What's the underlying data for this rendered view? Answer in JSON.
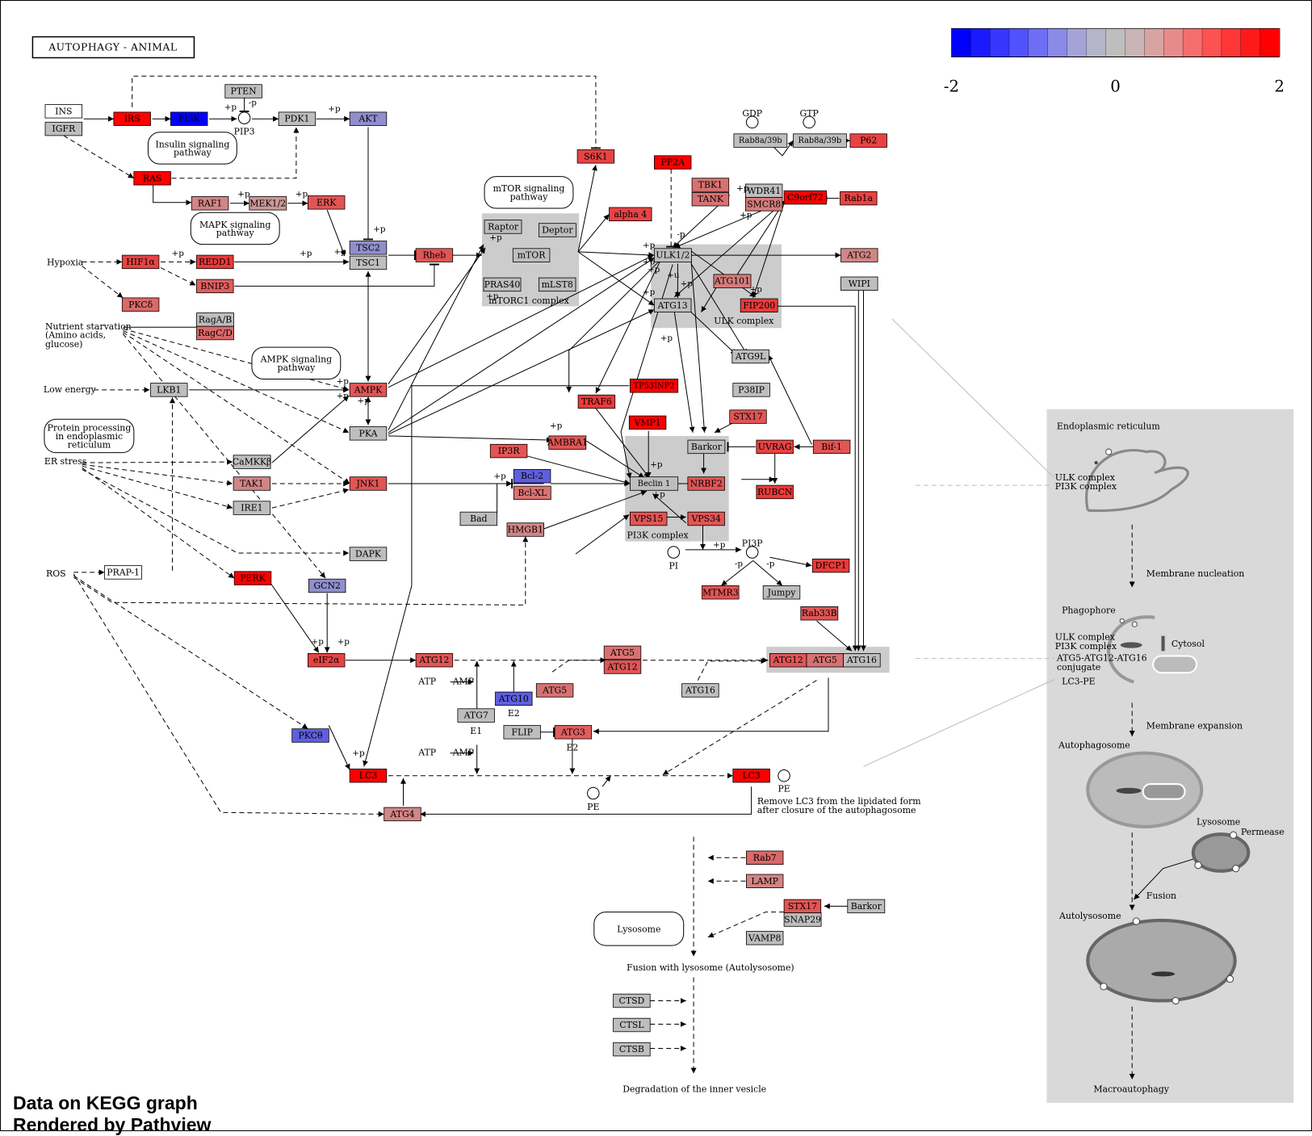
{
  "title": "AUTOPHAGY - ANIMAL",
  "footer": {
    "line1": "Data on KEGG graph",
    "line2": "Rendered by Pathview"
  },
  "colors": {
    "high": "#ff0000",
    "mid": "#bebebe",
    "low": "#0000ff",
    "panel": "#d9d9d9",
    "complex": "#cccccc"
  },
  "legend": {
    "min_label": "-2",
    "mid_label": "0",
    "max_label": "2",
    "steps": [
      "#0000ff",
      "#1a1aff",
      "#3636ff",
      "#5252fd",
      "#6e6ef4",
      "#8a8ae7",
      "#a3a3d7",
      "#b5b5c9",
      "#bebebe",
      "#c9b5b5",
      "#d7a3a3",
      "#e78a8a",
      "#f46e6e",
      "#fd5252",
      "#ff3636",
      "#ff1a1a",
      "#ff0000"
    ]
  },
  "pathways": [
    {
      "label": "Insulin signaling pathway"
    },
    {
      "label": "mTOR signaling pathway"
    },
    {
      "label": "MAPK signaling pathway"
    },
    {
      "label": "AMPK signaling pathway"
    },
    {
      "label": "Protein processing in endoplasmic reticulum"
    },
    {
      "label": "Lysosome"
    }
  ],
  "complexes": [
    {
      "label": "mTORC1 complex"
    },
    {
      "label": "ULK complex"
    },
    {
      "label": "PI3K complex"
    }
  ],
  "genes": [
    {
      "label": "INS",
      "level": "none"
    },
    {
      "label": "IGFR",
      "level": 0.0
    },
    {
      "label": "IRS",
      "level": 2.0
    },
    {
      "label": "PI3K",
      "level": -2.0
    },
    {
      "label": "PTEN",
      "level": 0.0
    },
    {
      "label": "PDK1",
      "level": 0.0
    },
    {
      "label": "AKT",
      "level": -0.5
    },
    {
      "label": "RAS",
      "level": 2.0
    },
    {
      "label": "RAF1",
      "level": 0.6
    },
    {
      "label": "MEK1/2",
      "level": 0.4
    },
    {
      "label": "ERK",
      "level": 1.1
    },
    {
      "label": "TSC2",
      "level": -0.5
    },
    {
      "label": "TSC1",
      "level": 0.0
    },
    {
      "label": "Rheb",
      "level": 1.1
    },
    {
      "label": "Raptor",
      "level": 0.0
    },
    {
      "label": "Deptor",
      "level": 0.0
    },
    {
      "label": "mTOR",
      "level": 0.0
    },
    {
      "label": "PRAS40",
      "level": 0.0
    },
    {
      "label": "mLST8",
      "level": 0.0
    },
    {
      "label": "HIF1α",
      "level": 1.3
    },
    {
      "label": "REDD1",
      "level": 1.4
    },
    {
      "label": "BNIP3",
      "level": 1.0
    },
    {
      "label": "PKCδ",
      "level": 0.9
    },
    {
      "label": "RagA/B",
      "level": 0.0
    },
    {
      "label": "RagC/D",
      "level": 0.9
    },
    {
      "label": "LKB1",
      "level": 0.0
    },
    {
      "label": "AMPK",
      "level": 1.1
    },
    {
      "label": "PKA",
      "level": 0.0
    },
    {
      "label": "CaMKKβ",
      "level": 0.0
    },
    {
      "label": "TAK1",
      "level": 0.6
    },
    {
      "label": "IRE1",
      "level": 0.0
    },
    {
      "label": "JNK1",
      "level": 1.1
    },
    {
      "label": "DAPK",
      "level": 0.0
    },
    {
      "label": "PRAP-1",
      "level": "none"
    },
    {
      "label": "PERK",
      "level": 2.0
    },
    {
      "label": "GCN2",
      "level": -0.5
    },
    {
      "label": "eIF2α",
      "level": 1.3
    },
    {
      "label": "PKCθ",
      "level": -1.0
    },
    {
      "label": "LC3",
      "level": 2.0
    },
    {
      "label": "ATG4",
      "level": 0.6
    },
    {
      "label": "S6K1",
      "level": 1.3
    },
    {
      "label": "alpha 4",
      "level": 1.3
    },
    {
      "label": "PP2A",
      "level": 2.0
    },
    {
      "label": "TBK1",
      "level": 0.8
    },
    {
      "label": "TANK",
      "level": 0.8
    },
    {
      "label": "WDR41",
      "level": 0.0
    },
    {
      "label": "SMCR8",
      "level": 0.7
    },
    {
      "label": "C9orf72",
      "level": 2.0
    },
    {
      "label": "Rab1a",
      "level": 1.3
    },
    {
      "label": "Rab8a/39b",
      "level": 0.0
    },
    {
      "label": "P62",
      "level": 1.3
    },
    {
      "label": "ULK1/2",
      "level": 0.0
    },
    {
      "label": "ATG13",
      "level": 0.0
    },
    {
      "label": "ATG101",
      "level": 0.7
    },
    {
      "label": "FIP200",
      "level": 1.4
    },
    {
      "label": "ATG2",
      "level": 0.6
    },
    {
      "label": "WIPI",
      "level": 0.0
    },
    {
      "label": "ATG9L",
      "level": 0.0
    },
    {
      "label": "P38IP",
      "level": 0.0
    },
    {
      "label": "TP53INP2",
      "level": 2.0
    },
    {
      "label": "TRAF6",
      "level": 1.4
    },
    {
      "label": "VMP1",
      "level": 2.0
    },
    {
      "label": "STX17",
      "level": 1.1
    },
    {
      "label": "AMBRA1",
      "level": 1.1
    },
    {
      "label": "IP3R",
      "level": 1.1
    },
    {
      "label": "Bcl-2",
      "level": -1.0
    },
    {
      "label": "Bcl-XL",
      "level": 0.8
    },
    {
      "label": "Bad",
      "level": 0.0
    },
    {
      "label": "HMGB1",
      "level": 0.6
    },
    {
      "label": "Barkor",
      "level": 0.0
    },
    {
      "label": "UVRAG",
      "level": 1.3
    },
    {
      "label": "Bif-1",
      "level": 1.1
    },
    {
      "label": "Beclin 1",
      "level": 0.0
    },
    {
      "label": "NRBF2",
      "level": 1.1
    },
    {
      "label": "RUBCN",
      "level": 1.4
    },
    {
      "label": "VPS15",
      "level": 1.1
    },
    {
      "label": "VPS34",
      "level": 1.1
    },
    {
      "label": "MTMR3",
      "level": 1.1
    },
    {
      "label": "Jumpy",
      "level": 0.0
    },
    {
      "label": "DFCP1",
      "level": 1.4
    },
    {
      "label": "Rab33B",
      "level": 1.1
    },
    {
      "label": "ATG12",
      "level": 1.1
    },
    {
      "label": "ATG5",
      "level": 0.8
    },
    {
      "label": "ATG16",
      "level": 0.0
    },
    {
      "label": "ATG7",
      "level": 0.0
    },
    {
      "label": "ATG10",
      "level": -1.0
    },
    {
      "label": "FLIP",
      "level": 0.0
    },
    {
      "label": "ATG3",
      "level": 1.0
    },
    {
      "label": "Rab7",
      "level": 0.9
    },
    {
      "label": "LAMP",
      "level": 0.6
    },
    {
      "label": "SNAP29",
      "level": 0.0
    },
    {
      "label": "VAMP8",
      "level": 0.0
    },
    {
      "label": "CTSD",
      "level": 0.0
    },
    {
      "label": "CTSL",
      "level": 0.0
    },
    {
      "label": "CTSB",
      "level": 0.0
    }
  ],
  "compounds": [
    {
      "label": "PIP3"
    },
    {
      "label": "GDP"
    },
    {
      "label": "GTP"
    },
    {
      "label": "PI"
    },
    {
      "label": "PI3P"
    },
    {
      "label": "PE"
    }
  ],
  "text_labels": [
    {
      "label": "Hypoxia"
    },
    {
      "label": "Nutrient starvation"
    },
    {
      "label": "(Amino acids,"
    },
    {
      "label": "glucose)"
    },
    {
      "label": "Low energy"
    },
    {
      "label": "ER stress"
    },
    {
      "label": "ROS"
    },
    {
      "label": "ATP"
    },
    {
      "label": "AMP"
    },
    {
      "label": "E1"
    },
    {
      "label": "E2"
    },
    {
      "label": "Remove LC3 from the lipidated form"
    },
    {
      "label": "after closure of the autophagosome"
    },
    {
      "label": "Fusion with lysosome (Autolysosome)"
    },
    {
      "label": "Degradation of the inner vesicle"
    }
  ],
  "edge_labels": [
    "+p",
    "-p",
    "+u"
  ],
  "side_panel": {
    "endoplasmic_reticulum": "Endoplasmic reticulum",
    "ulk_complex": "ULK complex",
    "pi3k_complex": "PI3K complex",
    "membrane_nucleation": "Membrane nucleation",
    "phagophore": "Phagophore",
    "cytosol": "Cytosol",
    "atg_conj_1": "ATG5-ATG12-ATG16",
    "atg_conj_2": "conjugate",
    "lc3_pe": "LC3-PE",
    "membrane_expansion": "Membrane expansion",
    "autophagosome": "Autophagosome",
    "lysosome": "Lysosome",
    "permease": "Permease",
    "fusion": "Fusion",
    "autolysosome": "Autolysosome",
    "macroautophagy": "Macroautophagy"
  }
}
